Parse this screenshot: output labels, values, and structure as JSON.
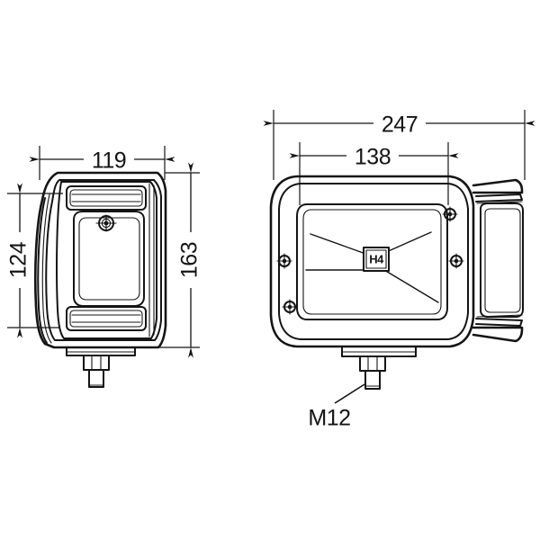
{
  "drawing": {
    "type": "engineering-orthographic-drawing",
    "subject": "H4 rectangular work lamp / headlamp",
    "background_color": "#ffffff",
    "line_color": "#141414",
    "units": "mm",
    "views": [
      {
        "id": "side-view",
        "name": "Side / rear view",
        "position": "left"
      },
      {
        "id": "front-view",
        "name": "Front view",
        "position": "right"
      }
    ]
  },
  "dimensions": {
    "side_width": {
      "value": "119",
      "orientation": "horizontal",
      "view": "side-view"
    },
    "side_height_inner": {
      "value": "124",
      "orientation": "vertical-rotated",
      "view": "side-view"
    },
    "side_height_outer": {
      "value": "163",
      "orientation": "vertical-rotated",
      "view": "side-view"
    },
    "front_width_overall": {
      "value": "247",
      "orientation": "horizontal",
      "view": "front-view"
    },
    "front_width_lens": {
      "value": "138",
      "orientation": "horizontal",
      "view": "front-view"
    }
  },
  "labels": {
    "bulb_badge": "H4",
    "bolt_callout": "M12"
  },
  "annotations": {
    "badge_description": "H4 bulb type marking in boxed frame at lens centre",
    "bolt_description": "M12 threaded mounting stud with hex nut, leader line callout"
  }
}
